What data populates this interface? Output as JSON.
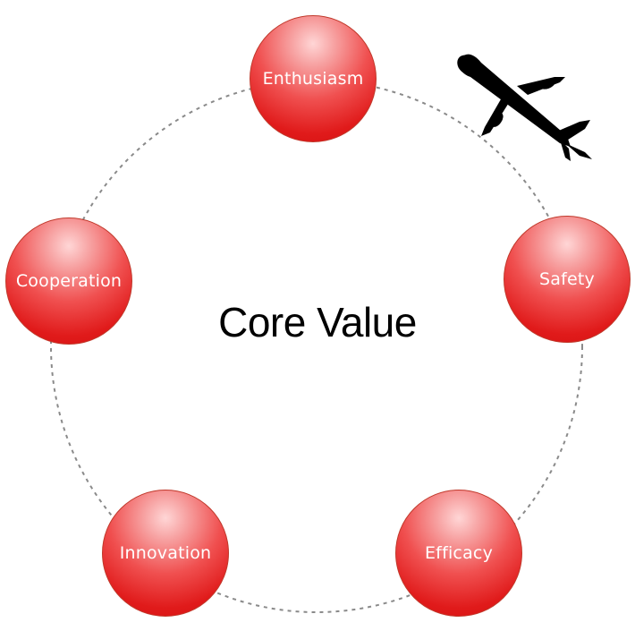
{
  "diagram": {
    "center_title": "Core Value",
    "values": [
      {
        "id": "enthusiasm",
        "label": "Enthusiasm"
      },
      {
        "id": "safety",
        "label": "Safety"
      },
      {
        "id": "efficacy",
        "label": "Efficacy"
      },
      {
        "id": "innovation",
        "label": "Innovation"
      },
      {
        "id": "cooperation",
        "label": "Cooperation"
      }
    ]
  },
  "colors": {
    "node_fill": "#e01a1a",
    "node_highlight": "#ffd6d6",
    "ring_stroke": "#8a8a8a",
    "title_text": "#000000",
    "label_text": "#ffffff",
    "airplane": "#000000"
  },
  "icons": {
    "decoration": "airplane-icon"
  }
}
